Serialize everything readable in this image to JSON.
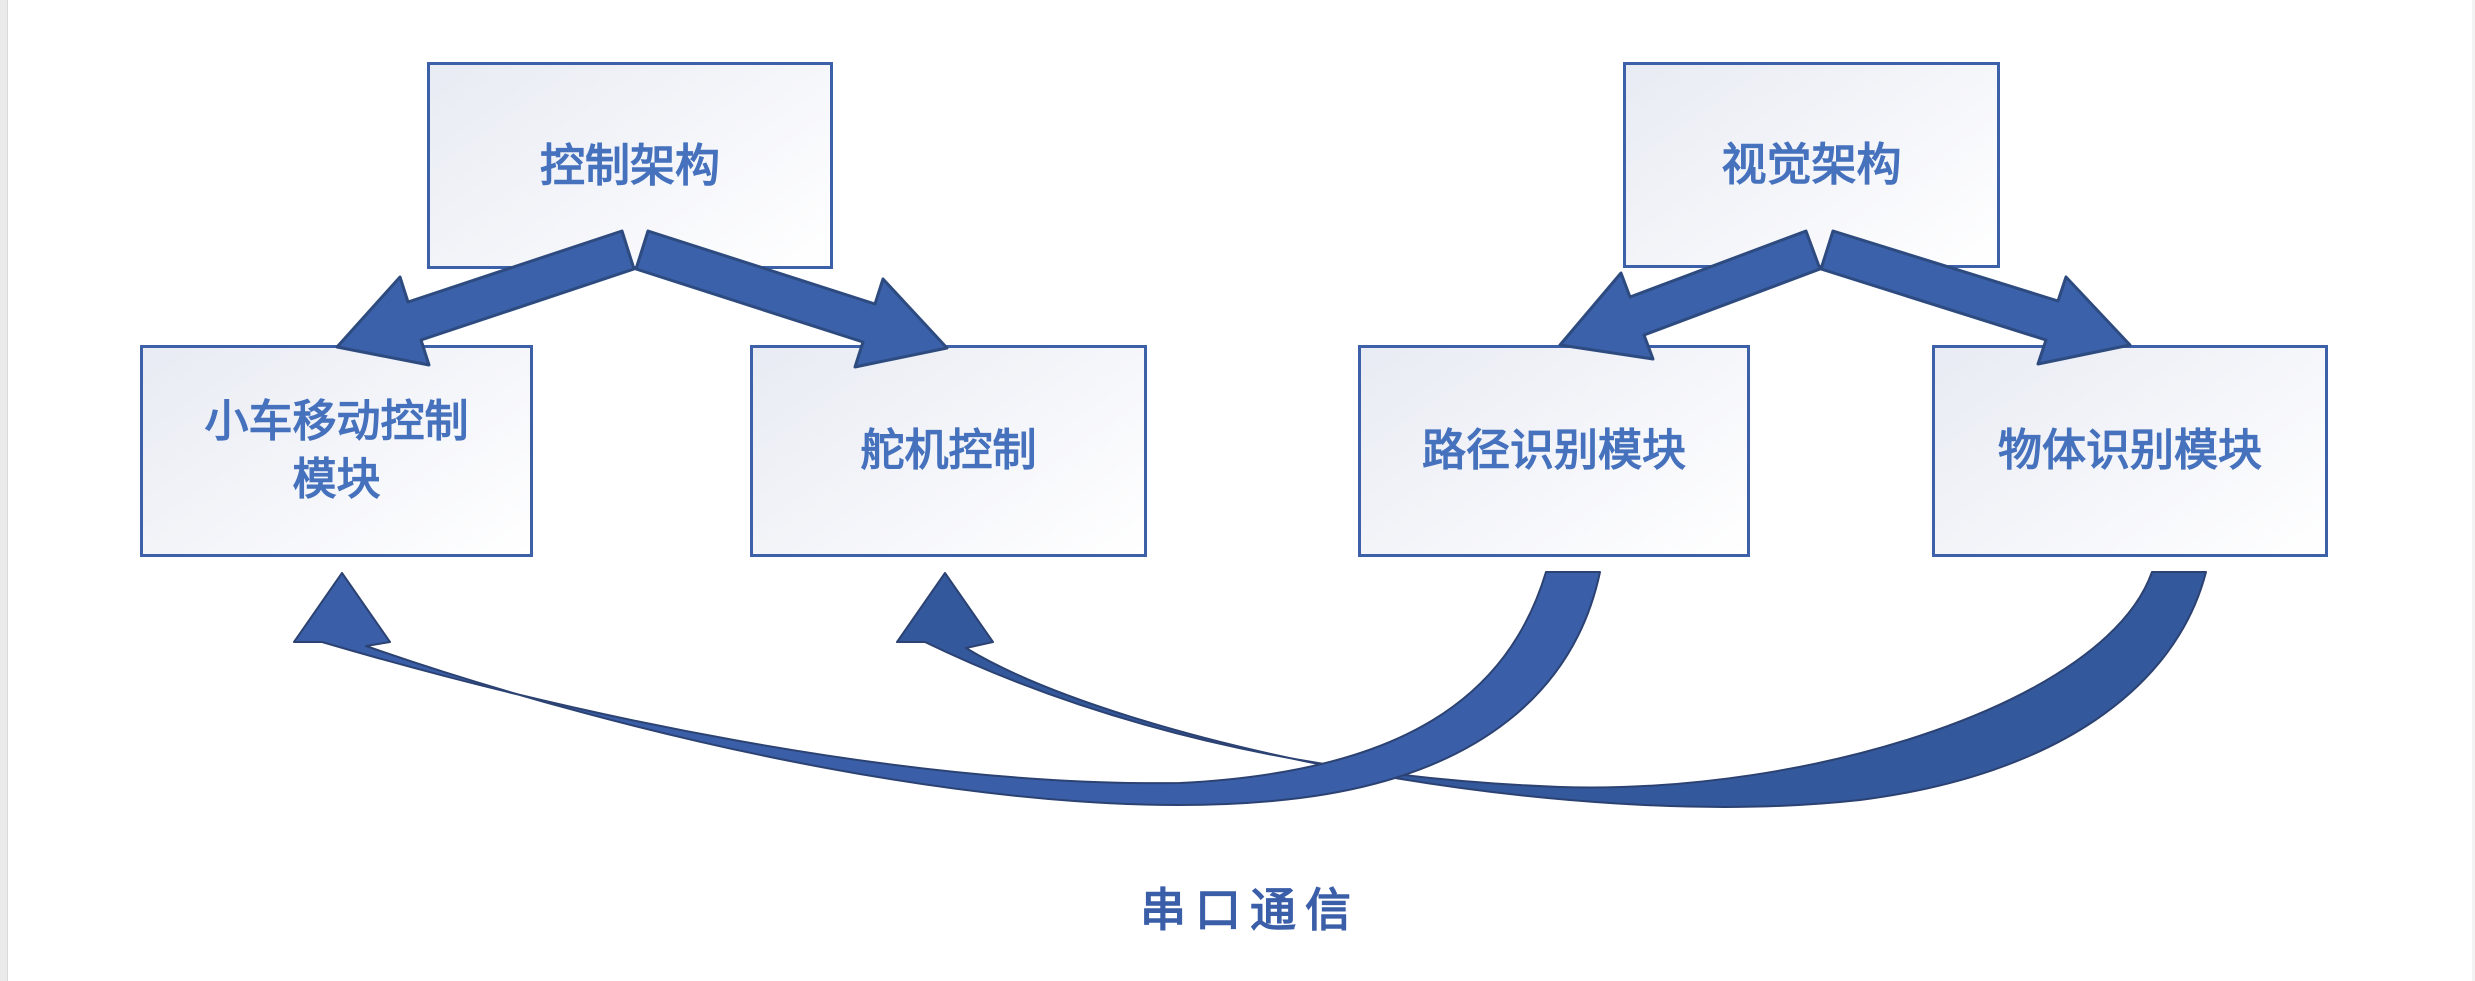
{
  "diagram": {
    "nodes": {
      "control": {
        "label": "控制架构"
      },
      "vision": {
        "label": "视觉架构"
      },
      "car": {
        "label": "小车移动控制\n模块"
      },
      "servo": {
        "label": "舵机控制"
      },
      "path": {
        "label": "路径识别模块"
      },
      "object": {
        "label": "物体识别模块"
      }
    },
    "caption": {
      "label": "串口通信"
    },
    "connections": [
      {
        "from": "控制架构",
        "to": "小车移动控制模块",
        "style": "straight-thick-arrow"
      },
      {
        "from": "控制架构",
        "to": "舵机控制",
        "style": "straight-thick-arrow"
      },
      {
        "from": "视觉架构",
        "to": "路径识别模块",
        "style": "straight-thick-arrow"
      },
      {
        "from": "视觉架构",
        "to": "物体识别模块",
        "style": "straight-thick-arrow"
      },
      {
        "from": "路径识别模块",
        "to": "小车移动控制模块",
        "style": "curved-swoosh-arrow",
        "via": "串口通信"
      },
      {
        "from": "物体识别模块",
        "to": "舵机控制",
        "style": "curved-swoosh-arrow",
        "via": "串口通信"
      }
    ],
    "colors": {
      "arrow_fill": "#3b61ab",
      "arrow_outline": "#2e4b80",
      "curve_fill_dark": "#34589c",
      "curve_fill_light": "#3a5fa8",
      "box_border": "#3c61a8",
      "box_fill_top": "#e8ebf3",
      "box_fill_bottom": "#ffffff",
      "box_text": "#4571bd",
      "caption_text": "#3b5ea8",
      "page_background": "#ffffff"
    }
  }
}
